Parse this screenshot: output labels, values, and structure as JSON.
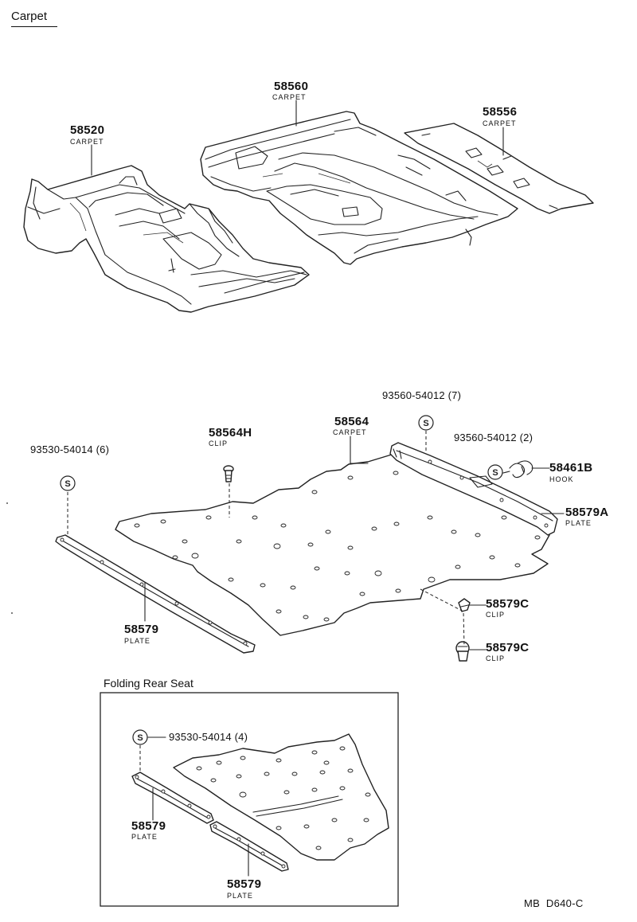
{
  "header": {
    "title": "Carpet"
  },
  "parts": [
    {
      "id": "p58560",
      "number": "58560",
      "desc": "CARPET"
    },
    {
      "id": "p58556",
      "number": "58556",
      "desc": "CARPET"
    },
    {
      "id": "p58520",
      "number": "58520",
      "desc": "CARPET"
    },
    {
      "id": "p93560a",
      "number": "93560-54012 (7)",
      "desc": ""
    },
    {
      "id": "p58564",
      "number": "58564",
      "desc": "CARPET"
    },
    {
      "id": "p93560b",
      "number": "93560-54012 (2)",
      "desc": ""
    },
    {
      "id": "p58564H",
      "number": "58564H",
      "desc": "CLIP"
    },
    {
      "id": "p93530a",
      "number": "93530-54014 (6)",
      "desc": ""
    },
    {
      "id": "p58461B",
      "number": "58461B",
      "desc": "HOOK"
    },
    {
      "id": "p58579A",
      "number": "58579A",
      "desc": "PLATE"
    },
    {
      "id": "p58579C1",
      "number": "58579C",
      "desc": "CLIP"
    },
    {
      "id": "p58579",
      "number": "58579",
      "desc": "PLATE"
    },
    {
      "id": "p58579C2",
      "number": "58579C",
      "desc": "CLIP"
    },
    {
      "id": "p93530b",
      "number": "93530-54014 (4)",
      "desc": ""
    },
    {
      "id": "p58579f1",
      "number": "58579",
      "desc": "PLATE"
    },
    {
      "id": "p58579f2",
      "number": "58579",
      "desc": "PLATE"
    }
  ],
  "inset": {
    "title": "Folding Rear Seat"
  },
  "badge_letter": "S",
  "footer": {
    "code": "MB  D640-C"
  }
}
